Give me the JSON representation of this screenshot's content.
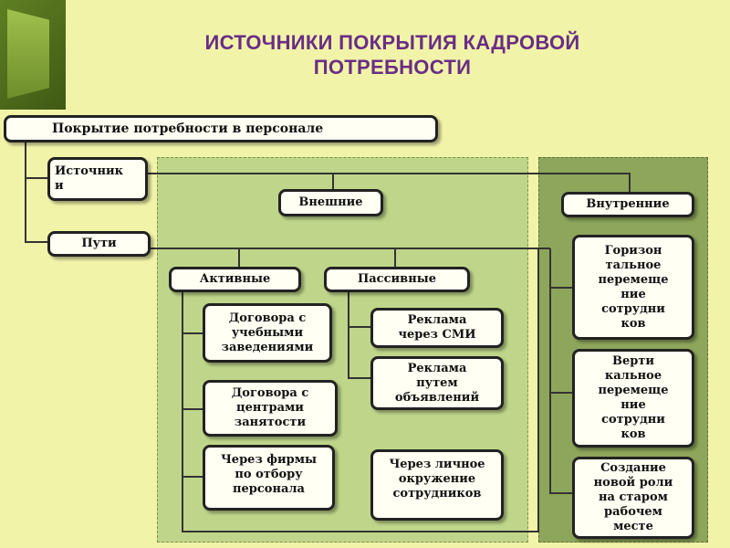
{
  "title": "ИСТОЧНИКИ ПОКРЫТИЯ КАДРОВОЙ\nПОТРЕБНОСТИ",
  "colors": {
    "title": "#6a2d86",
    "background": "#f1f4a8",
    "external_zone": "#bfd68a",
    "internal_zone": "#8ea65b"
  },
  "nodes": {
    "root": "Покрытие потребности в персонале",
    "sources": "Источник\nи",
    "paths": "Пути",
    "external": "Внешние",
    "internal": "Внутренние",
    "active": "Активные",
    "passive": "Пассивные",
    "active_items": [
      "Договора с\nучебными\nзаведениями",
      "Договора с\nцентрами\nзанятости",
      "Через фирмы\nпо отбору\nперсонала"
    ],
    "passive_items": [
      "Реклама\nчерез СМИ",
      "Реклама\nпутем\nобъявлений",
      "Через личное\nокружение\nсотрудников"
    ],
    "internal_items": [
      "Горизон\nтальное\nперемеще\nние\nсотрудни\nков",
      "Верти\nкальное\nперемеще\nние\nсотрудни\nков",
      "Создание\nновой роли\nна старом\nрабочем\nместе"
    ]
  }
}
